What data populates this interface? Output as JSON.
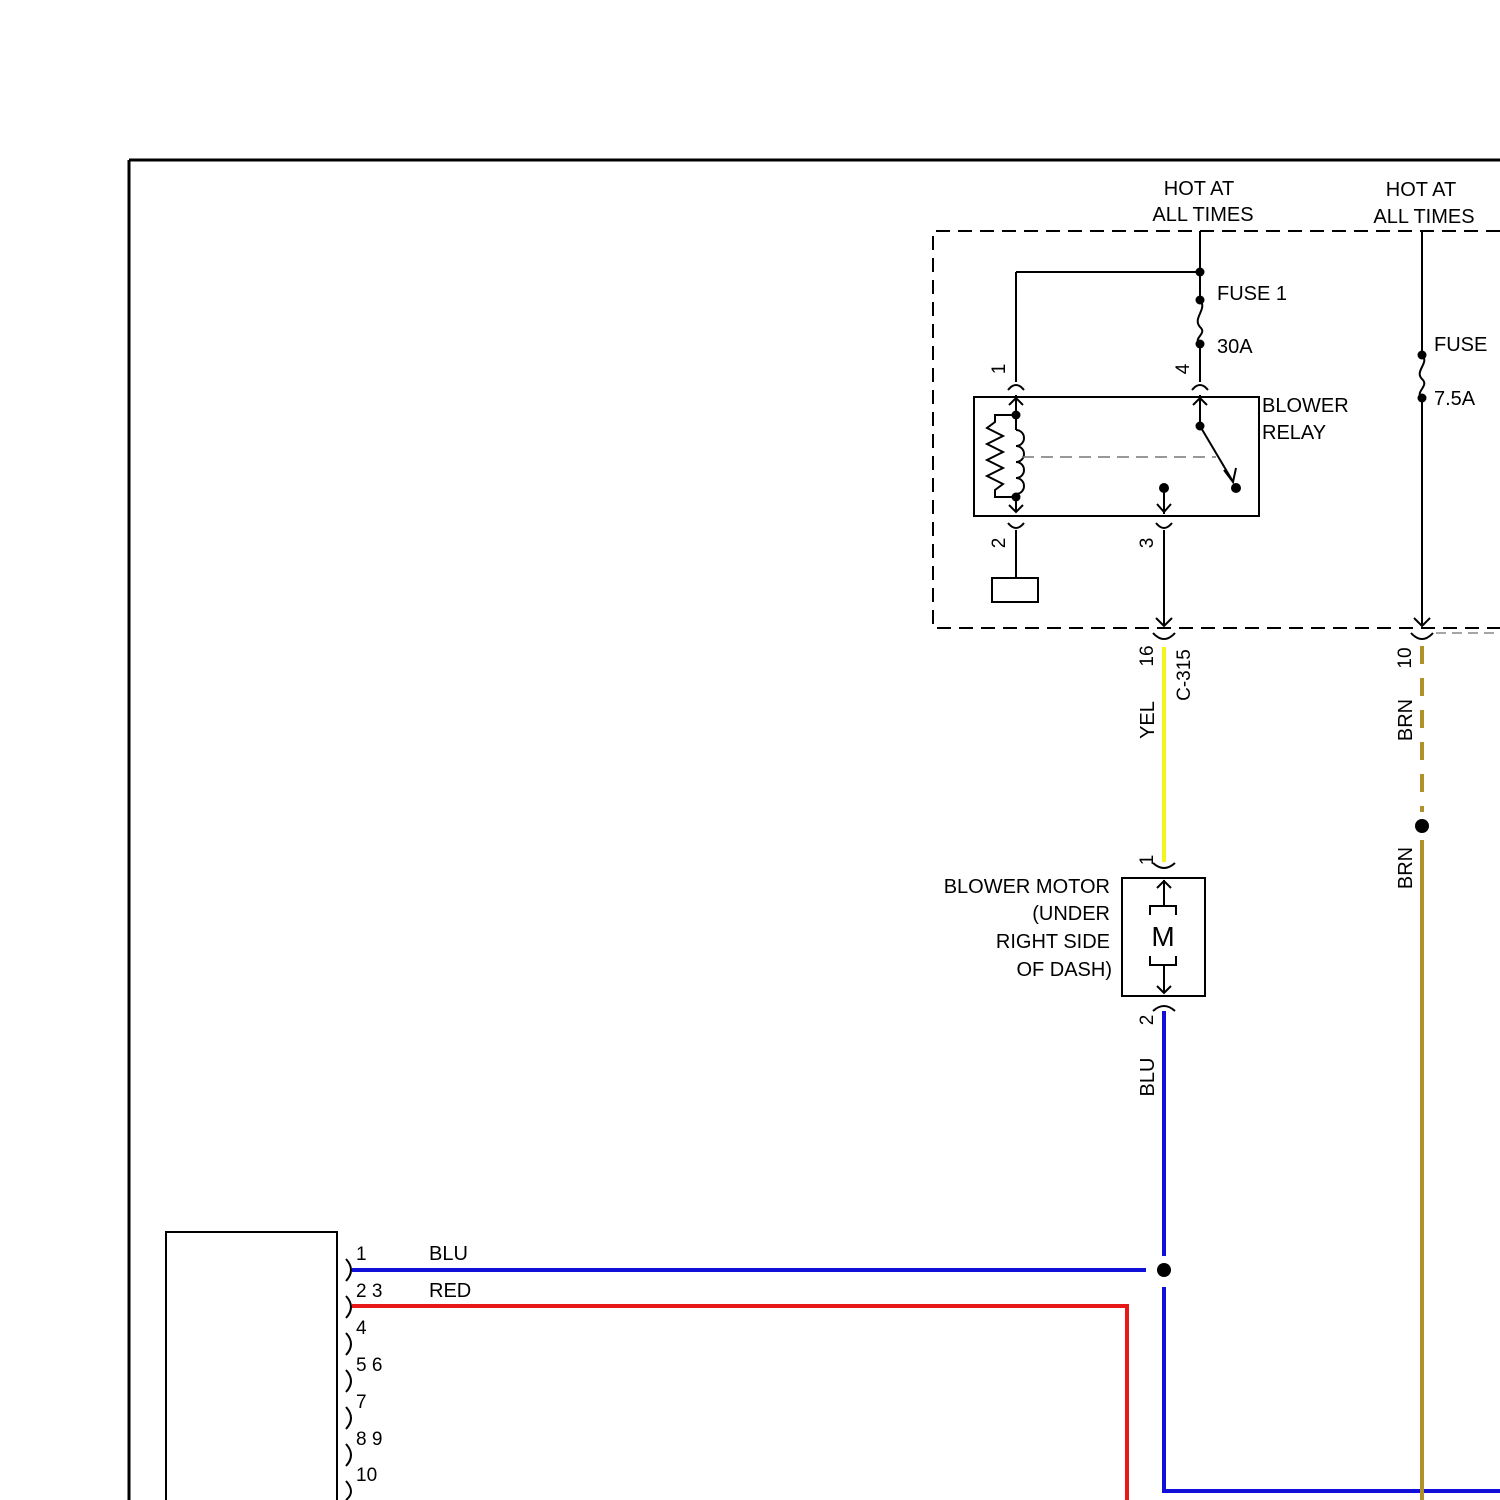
{
  "hot1": {
    "line1": "HOT AT",
    "line2": "ALL TIMES"
  },
  "hot2": {
    "line1": "HOT AT",
    "line2": "ALL TIMES"
  },
  "fuse1": {
    "label": "FUSE 1",
    "rating": "30A"
  },
  "fuse2": {
    "label": "FUSE",
    "rating": "7.5A"
  },
  "relay": {
    "line1": "BLOWER",
    "line2": "RELAY",
    "pins": {
      "p1": "1",
      "p2": "2",
      "p3": "3",
      "p4": "4"
    }
  },
  "connector": {
    "name": "C-315",
    "pin16": "16",
    "pin10": "10"
  },
  "motor": {
    "line1": "BLOWER MOTOR",
    "line2": "(UNDER",
    "line3": "RIGHT SIDE",
    "line4": "OF DASH)",
    "symbol": "M",
    "pin1": "1",
    "pin2": "2"
  },
  "wires": {
    "yel": {
      "label": "YEL",
      "color": "#f5f51e"
    },
    "blu": {
      "label": "BLU",
      "color": "#1010d8"
    },
    "red": {
      "label": "RED",
      "color": "#e81818"
    },
    "brn": {
      "label": "BRN",
      "color": "#b09028"
    },
    "brn2": {
      "label": "BRN"
    }
  },
  "switch_pins": [
    "1",
    "2 3",
    "4",
    "5 6",
    "7",
    "8 9",
    "10"
  ],
  "switch_wires": {
    "w1": "BLU",
    "w2": "RED"
  }
}
